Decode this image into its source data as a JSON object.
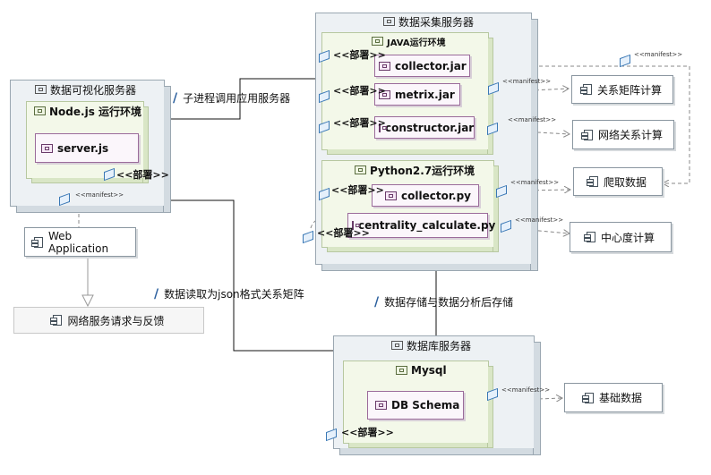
{
  "nodes": {
    "viz_server": "数据可视化服务器",
    "collect_server": "数据采集服务器",
    "db_server": "数据库服务器"
  },
  "envs": {
    "nodejs": "Node.js  运行环境",
    "java": "JAVA运行环境",
    "python": "Python2.7运行环境",
    "mysql": "Mysql"
  },
  "artifacts": {
    "server_js": "server.js",
    "collector_jar": "collector.jar",
    "metrix_jar": "metrix.jar",
    "constructor_jar": "constructor.jar",
    "collector_py": "collector.py",
    "centrality_py": "centrality_calculate.py",
    "db_schema": "DB Schema"
  },
  "components": {
    "web_app": "Web Application",
    "relation_matrix": "关系矩阵计算",
    "network_relation": "网络关系计算",
    "crawl": "爬取数据",
    "centrality": "中心度计算",
    "base_data": "基础数据",
    "feedback": "网络服务请求与反馈"
  },
  "stereotypes": {
    "deploy": "<<部署>>",
    "manifest": "<<manifest>>"
  },
  "edge_labels": {
    "subprocess": "子进程调用应用服务器",
    "json_read": "数据读取为json格式关系矩阵",
    "storage": "数据存储与数据分析后存储"
  }
}
